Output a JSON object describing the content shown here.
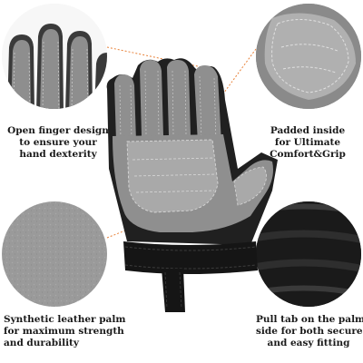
{
  "captions": {
    "open_finger": {
      "lines": [
        "Open finger design",
        "to ensure your",
        "hand dexterity"
      ]
    },
    "padded": {
      "lines": [
        "Padded inside",
        "for Ultimate",
        "Comfort&Grip"
      ]
    },
    "synthetic": {
      "lines": [
        "Synthetic leather palm",
        "for maximum strength",
        "and durability"
      ]
    },
    "pull_tab": {
      "lines": [
        "Pull tab on the palm",
        "side for both secure",
        "and easy fitting"
      ]
    }
  },
  "colors": {
    "palm_gray": "#8f8f8f",
    "pad_gray": "#a9a9a9",
    "strap_black": "#151515",
    "callout_orange": "#e8823a",
    "stitch": "#d8d8d8"
  }
}
